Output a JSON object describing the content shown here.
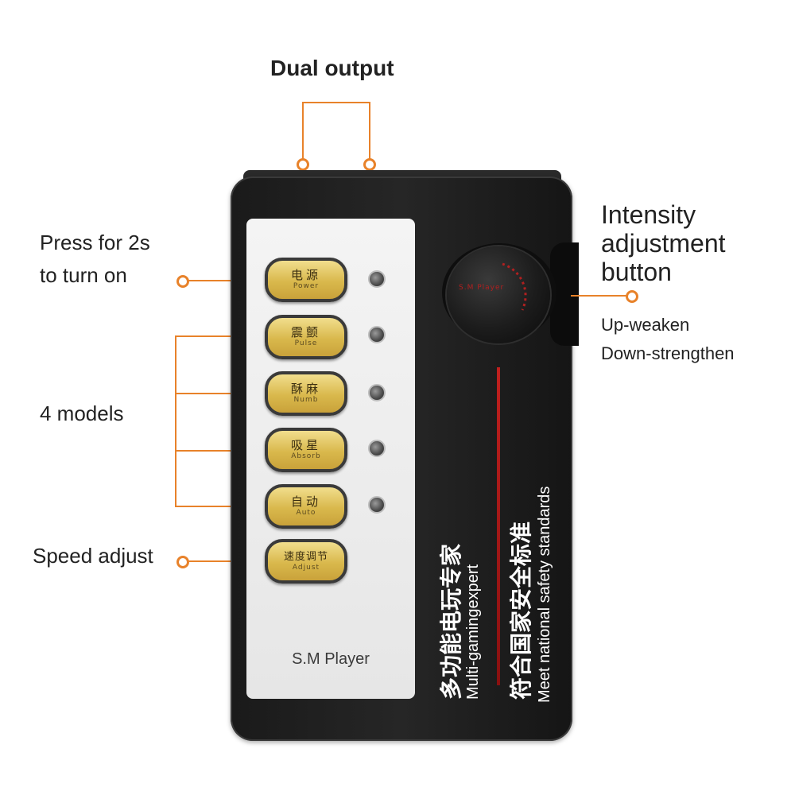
{
  "annotations": {
    "dual_output": "Dual output",
    "press_line1": "Press for 2s",
    "press_line2": "to turn on",
    "models": "4 models",
    "speed": "Speed adjust",
    "intensity_line1": "Intensity",
    "intensity_line2": "adjustment",
    "intensity_line3": "button",
    "up": "Up-weaken",
    "down": "Down-strengthen"
  },
  "device": {
    "buttons": [
      {
        "zh": "电源",
        "en": "Power"
      },
      {
        "zh": "震颤",
        "en": "Pulse"
      },
      {
        "zh": "酥麻",
        "en": "Numb"
      },
      {
        "zh": "吸星",
        "en": "Absorb"
      },
      {
        "zh": "自动",
        "en": "Auto"
      },
      {
        "zh": "速度调节",
        "en": "Adjust"
      }
    ],
    "brand": "S.M Player",
    "knob_label": "S.M Player",
    "side_text1_zh": "多功能电玩专家",
    "side_text1_en": "Multi-gamingexpert",
    "side_text2_zh": "符合国家安全标准",
    "side_text2_en": "Meet national safety standards"
  },
  "colors": {
    "accent": "#E8822A",
    "gold": "#D9B84C",
    "body": "#1C1C1C",
    "red_stripe": "#C0201E"
  }
}
